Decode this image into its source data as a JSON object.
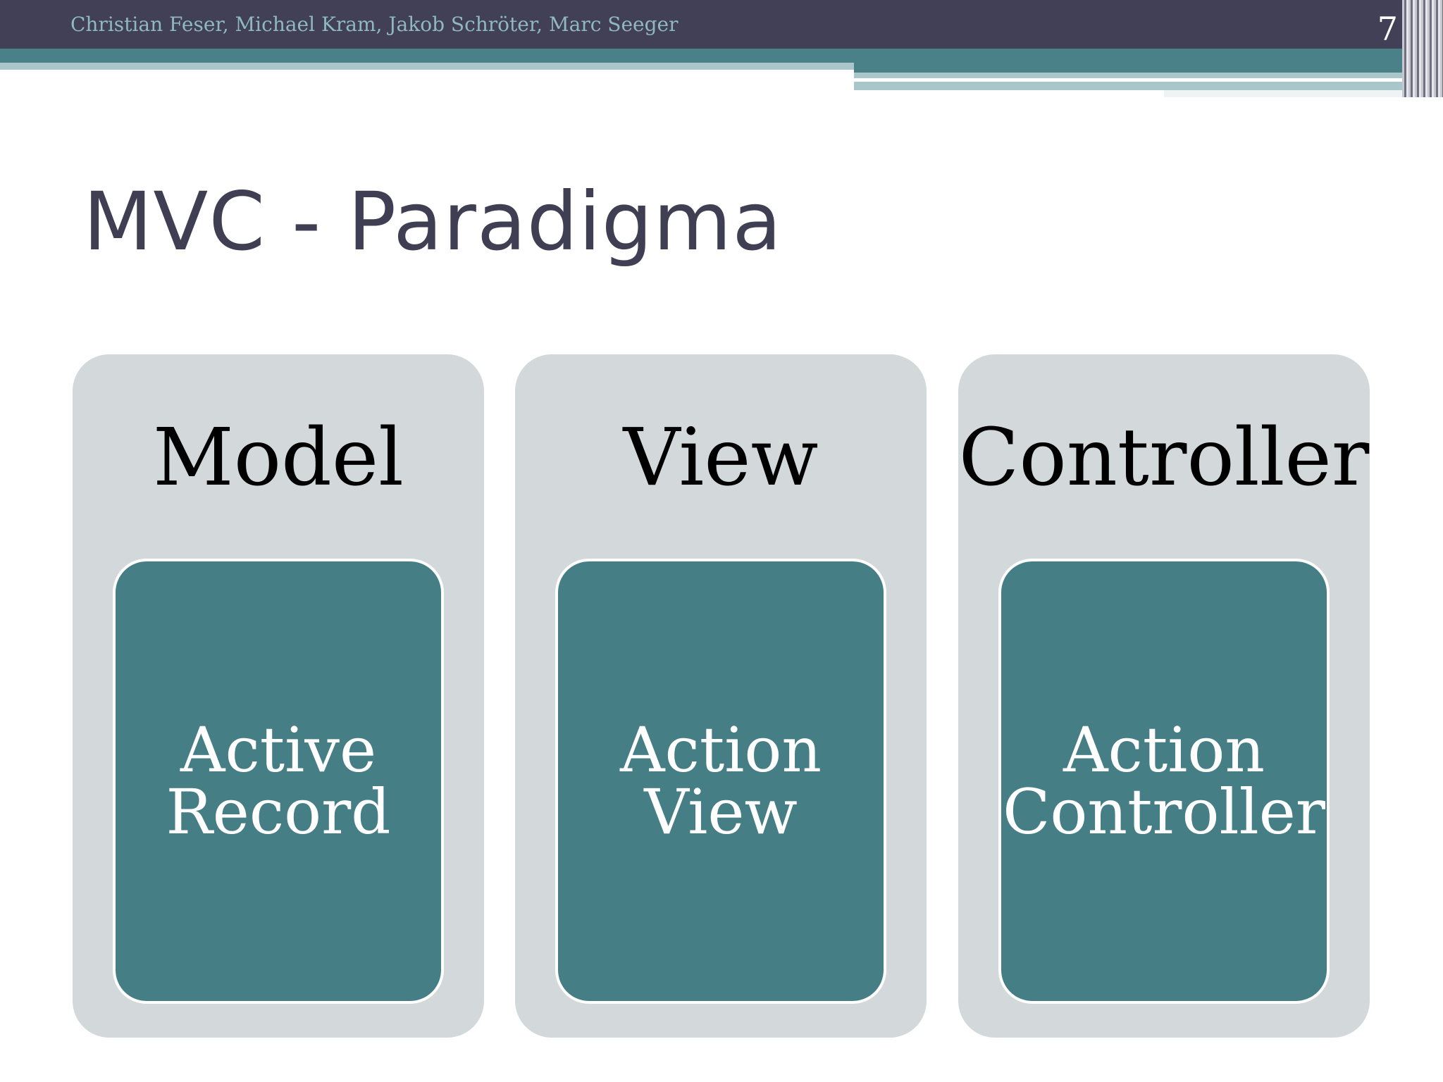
{
  "header": {
    "authors": "Christian Feser, Michael Kram, Jakob Schröter, Marc Seeger",
    "page_number": "7"
  },
  "slide": {
    "title": "MVC - Paradigma"
  },
  "columns": [
    {
      "heading": "Model",
      "box_line1": "Active",
      "box_line2": "Record"
    },
    {
      "heading": "View",
      "box_line1": "Action",
      "box_line2": "View"
    },
    {
      "heading": "Controller",
      "box_line1": "Action",
      "box_line2": "Controller"
    }
  ],
  "colors": {
    "header_dark": "#424056",
    "teal": "#467e86",
    "column_gray": "#d3d8da",
    "title_text": "#3f3e52"
  }
}
